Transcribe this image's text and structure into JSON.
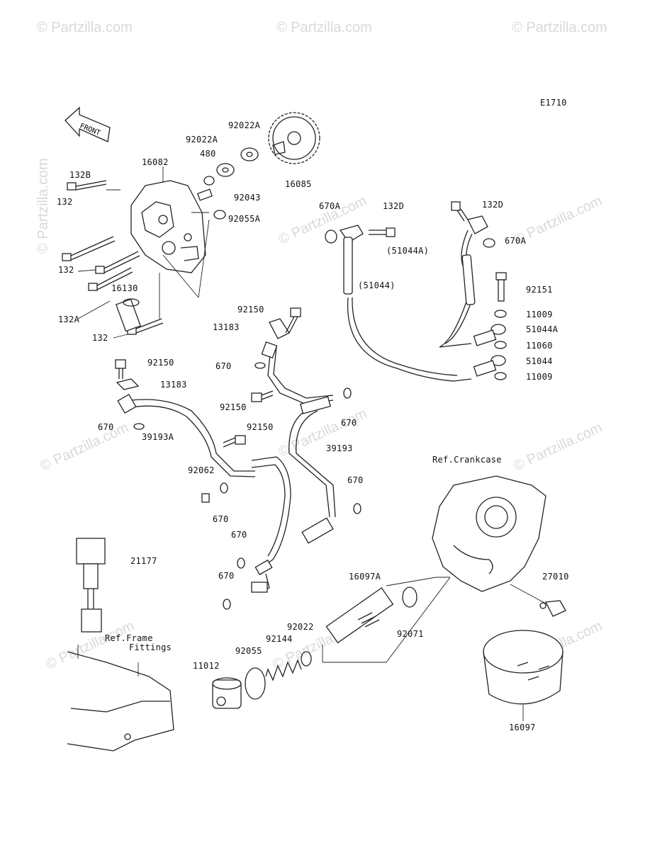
{
  "diagram_code": "E1710",
  "front_label": "FRONT",
  "watermark": "© Partzilla.com",
  "reference_labels": {
    "crankcase": "Ref.Crankcase",
    "frame_line1": "Ref.Frame",
    "frame_line2": "Fittings"
  },
  "part_labels": [
    "92022A",
    "92022A",
    "480",
    "16082",
    "132B",
    "92043",
    "92055A",
    "16085",
    "132",
    "132",
    "132A",
    "16130",
    "132",
    "670A",
    "132D",
    "132D",
    "(51044A)",
    "670A",
    "(51044)",
    "92151",
    "11009",
    "51044A",
    "11060",
    "51044",
    "11009",
    "92150",
    "13183",
    "670",
    "92150",
    "13183",
    "92150",
    "92150",
    "670",
    "39193A",
    "39193",
    "92062",
    "670",
    "670",
    "670",
    "670",
    "670",
    "21177",
    "16097A",
    "27010",
    "92071",
    "92022",
    "92144",
    "92055",
    "11012",
    "16097"
  ]
}
